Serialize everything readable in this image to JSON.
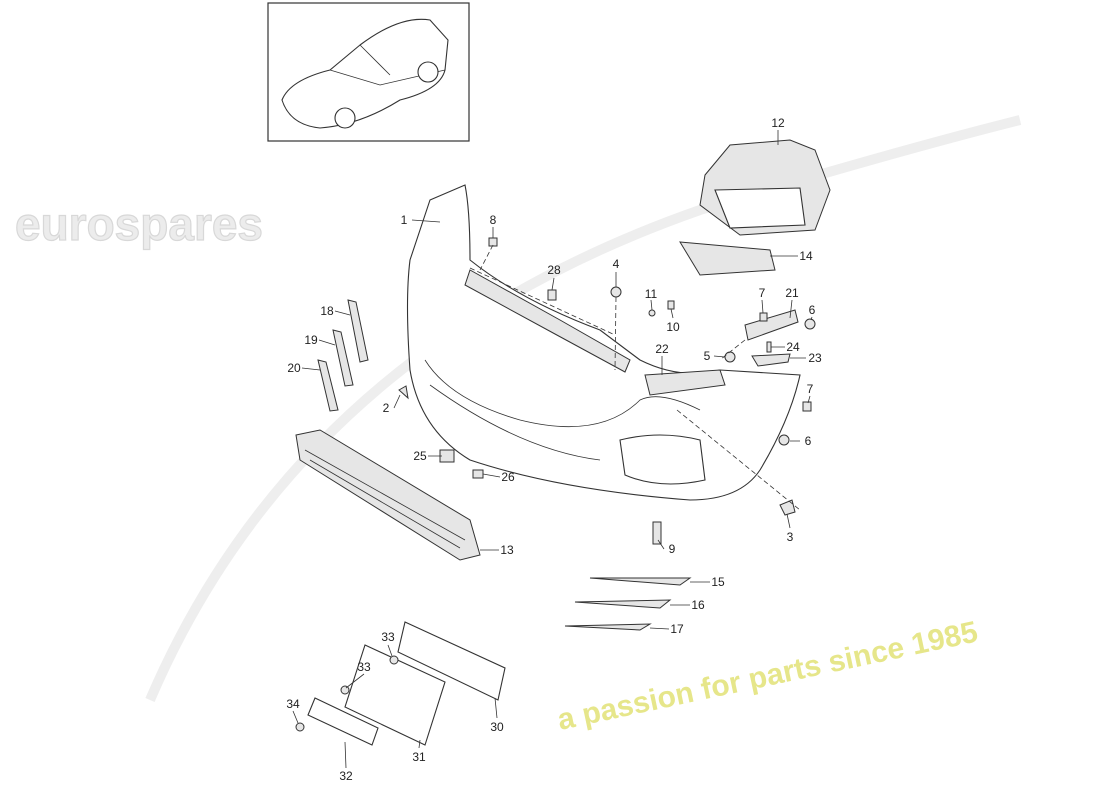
{
  "watermark": {
    "brand": "eurospares",
    "tagline": "a passion for parts since 1985"
  },
  "thumbnail": {
    "caption": ""
  },
  "parts": {
    "p1": "1",
    "p2": "2",
    "p3": "3",
    "p4": "4",
    "p5": "5",
    "p6a": "6",
    "p6b": "6",
    "p7a": "7",
    "p7b": "7",
    "p8": "8",
    "p9": "9",
    "p10": "10",
    "p11": "11",
    "p12": "12",
    "p13": "13",
    "p14": "14",
    "p15": "15",
    "p16": "16",
    "p17": "17",
    "p18": "18",
    "p19": "19",
    "p20": "20",
    "p21": "21",
    "p22": "22",
    "p23": "23",
    "p24": "24",
    "p25": "25",
    "p26": "26",
    "p28": "28",
    "p30": "30",
    "p31": "31",
    "p32": "32",
    "p33a": "33",
    "p33b": "33",
    "p34": "34"
  }
}
